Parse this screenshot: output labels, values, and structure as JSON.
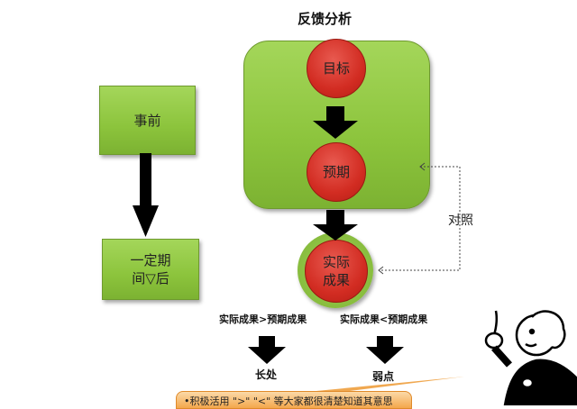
{
  "title": "反馈分析",
  "left_flow": {
    "before": "事前",
    "after_line1": "一定期",
    "after_line2": "间▽后"
  },
  "right_flow": {
    "goal": "目标",
    "expected": "预期",
    "actual_line1": "实际",
    "actual_line2": "成果",
    "compare": "对照"
  },
  "outcomes": {
    "greater": "实际成果>预期成果",
    "less": "实际成果<预期成果",
    "strength": "长处",
    "weakness": "弱点"
  },
  "callout": "•积极活用 \">\" \"<\" 等大家都很清楚知道其意思",
  "colors": {
    "green": "#8cc43c",
    "red": "#d22c22",
    "callout": "#f4a74c"
  }
}
